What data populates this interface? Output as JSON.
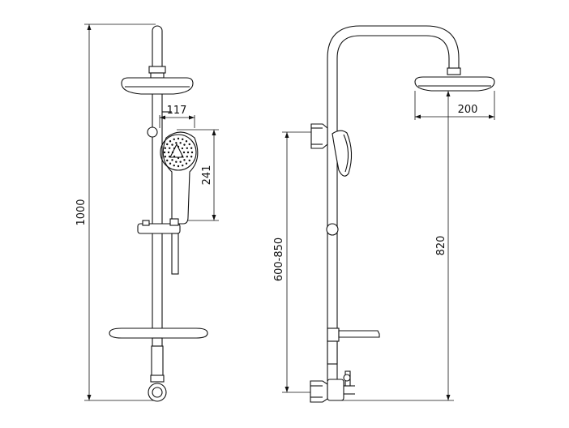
{
  "dimensions": {
    "total_height": "1000",
    "hand_shower_width": "117",
    "hand_shower_height": "241",
    "mixer_height": "600-850",
    "head_width": "200",
    "head_height": "820"
  }
}
